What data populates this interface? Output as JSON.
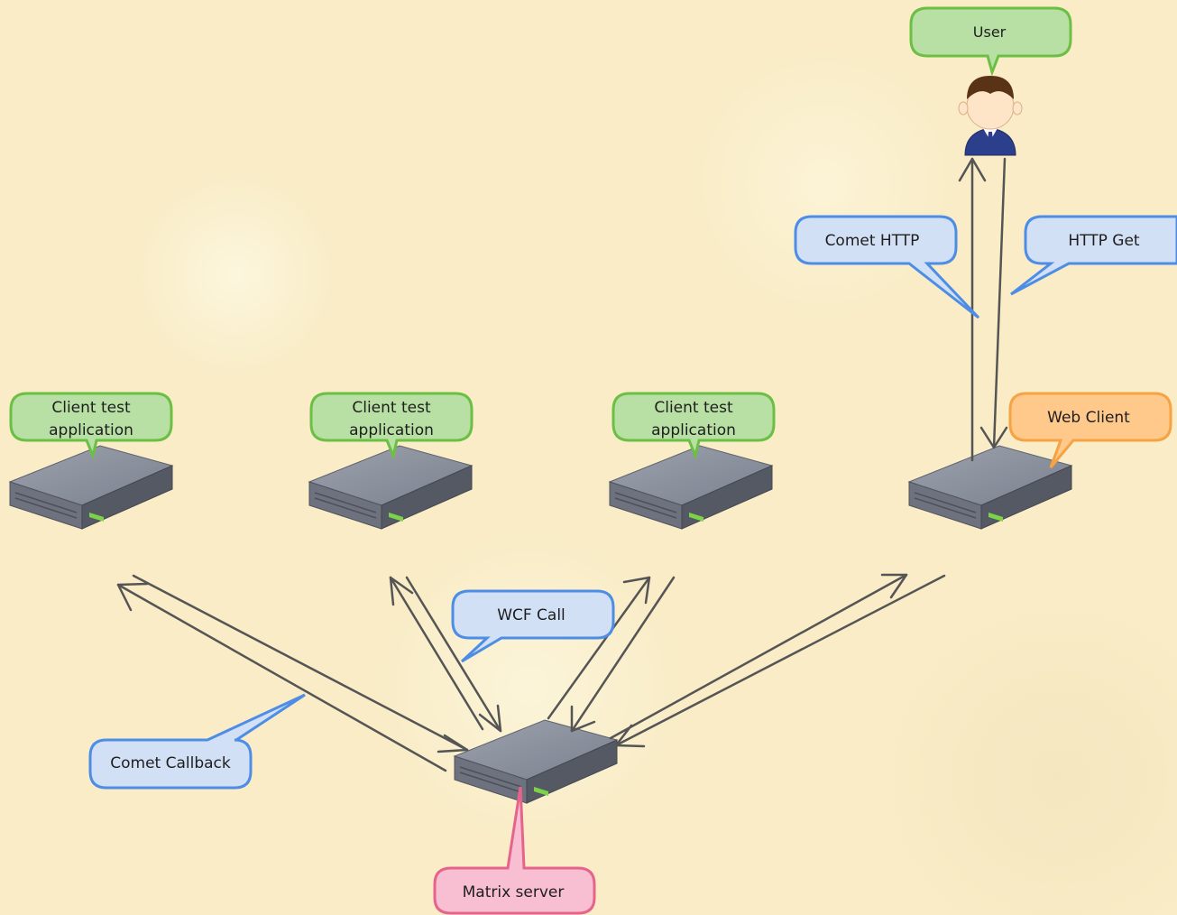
{
  "nodes": {
    "client1": {
      "label_line1": "Client test",
      "label_line2": "application"
    },
    "client2": {
      "label_line1": "Client test",
      "label_line2": "application"
    },
    "client3": {
      "label_line1": "Client test",
      "label_line2": "application"
    },
    "web_client": {
      "label": "Web Client"
    },
    "matrix_server": {
      "label": "Matrix server"
    },
    "user": {
      "label": "User"
    }
  },
  "edge_labels": {
    "wcf_call": "WCF Call",
    "comet_callback": "Comet Callback",
    "comet_http": "Comet HTTP",
    "http_get": "HTTP Get"
  },
  "colors": {
    "green_fill": "#b8e0a4",
    "green_stroke": "#6cbf45",
    "blue_fill": "#d2e0f6",
    "blue_stroke": "#4e8de6",
    "orange_fill": "#ffc98c",
    "orange_stroke": "#f5a343",
    "pink_fill": "#f8bfd2",
    "pink_stroke": "#e6648c",
    "arrow": "#555555"
  }
}
